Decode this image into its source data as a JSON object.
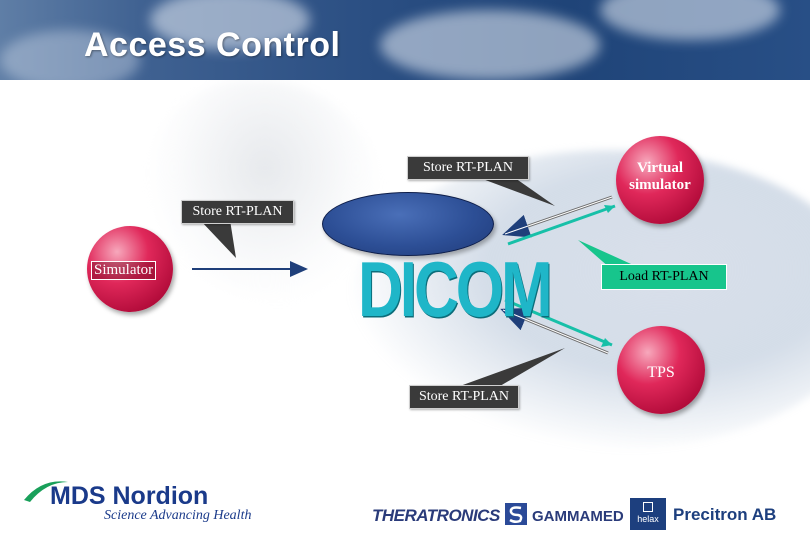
{
  "slide": {
    "title": "Access Control"
  },
  "nodes": {
    "simulator": "Simulator",
    "virtual_simulator_line1": "Virtual",
    "virtual_simulator_line2": "simulator",
    "tps": "TPS",
    "dicom": "DICOM"
  },
  "callouts": {
    "store_top": "Store RT-PLAN",
    "store_left": "Store RT-PLAN",
    "store_bottom": "Store RT-PLAN",
    "load": "Load RT-PLAN"
  },
  "logos": {
    "mds_name": "MDS Nordion",
    "mds_tagline": "Science Advancing Health",
    "theratronics": "THERATRONICS",
    "gammamed": "GAMMAMED",
    "helax": "helax",
    "precitron": "Precitron AB"
  },
  "colors": {
    "node": "#d0164a",
    "dicom_cylinder": "#2d4f96",
    "dicom_text": "#1fb6c8",
    "arrow_teal": "#17c0a8",
    "load_callout": "#17c58c"
  }
}
